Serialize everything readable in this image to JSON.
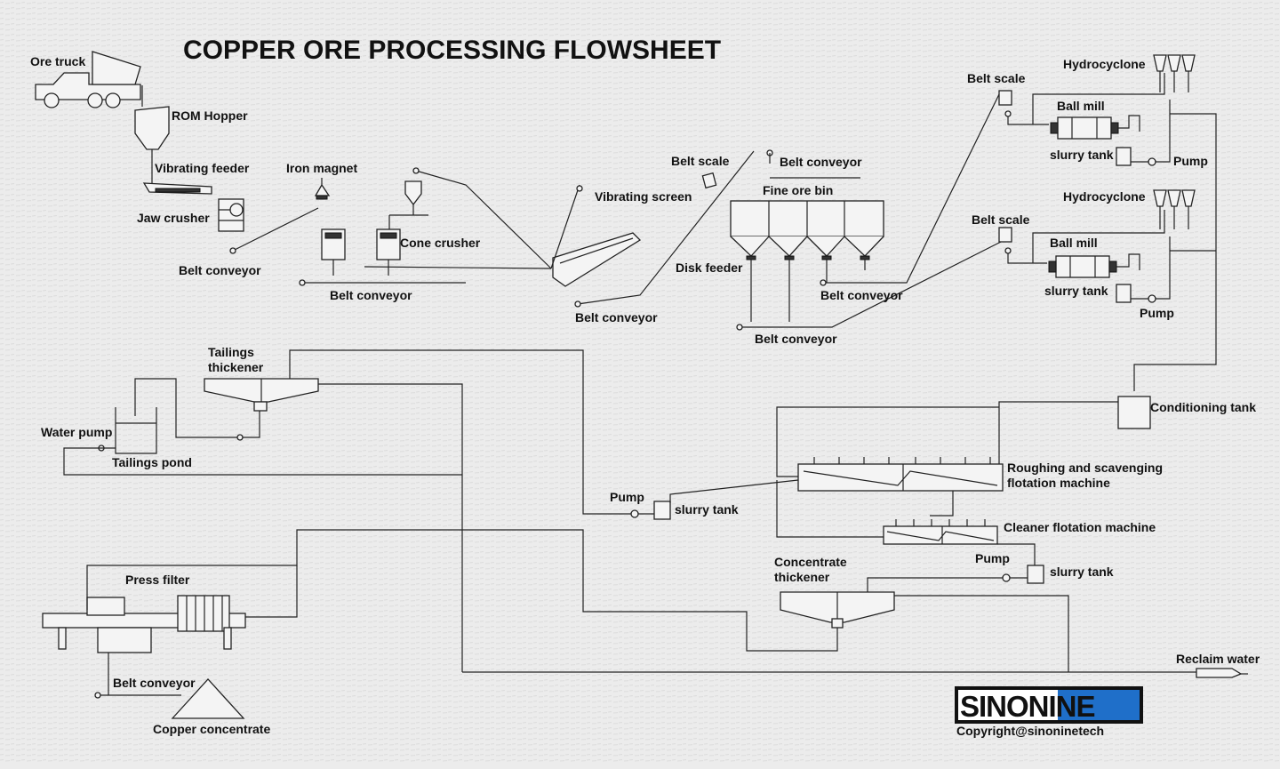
{
  "title": "COPPER ORE PROCESSING FLOWSHEET",
  "labels": {
    "ore_truck": "Ore truck",
    "rom_hopper": "ROM Hopper",
    "vibrating_feeder": "Vibrating feeder",
    "jaw_crusher": "Jaw crusher",
    "iron_magnet": "Iron magnet",
    "belt_conveyor_1": "Belt conveyor",
    "cone_crusher": "Cone crusher",
    "belt_conveyor_2": "Belt conveyor",
    "vibrating_screen": "Vibrating screen",
    "belt_conveyor_3": "Belt conveyor",
    "belt_scale_1": "Belt scale",
    "belt_conveyor_4": "Belt conveyor",
    "fine_ore_bin": "Fine ore bin",
    "disk_feeder": "Disk feeder",
    "belt_conveyor_5": "Belt conveyor",
    "belt_conveyor_6": "Belt conveyor",
    "belt_scale_2": "Belt scale",
    "hydrocyclone_1": "Hydrocyclone",
    "ball_mill_1": "Ball mill",
    "slurry_tank_1": "slurry tank",
    "pump_1": "Pump",
    "belt_scale_3": "Belt scale",
    "hydrocyclone_2": "Hydrocyclone",
    "ball_mill_2": "Ball mill",
    "slurry_tank_2": "slurry tank",
    "pump_2": "Pump",
    "tailings_thickener": [
      "Tailings",
      "thickener"
    ],
    "water_pump": "Water pump",
    "tailings_pond": "Tailings pond",
    "conditioning_tank": "Conditioning tank",
    "roughing_flotation": [
      "Roughing and scavenging",
      "flotation machine"
    ],
    "pump_3": "Pump",
    "slurry_tank_3": "slurry tank",
    "cleaner_flotation": "Cleaner flotation machine",
    "pump_4": "Pump",
    "slurry_tank_4": "slurry tank",
    "concentrate_thickener": [
      "Concentrate",
      "thickener"
    ],
    "press_filter": "Press filter",
    "belt_conveyor_7": "Belt conveyor",
    "copper_concentrate": "Copper concentrate",
    "reclaim_water": "Reclaim water"
  },
  "brand": {
    "logo_text": "SINONINE",
    "copyright": "Copyright@sinoninetech",
    "colors": {
      "logo_bg": "#111111",
      "logo_blue": "#1f6fc9",
      "logo_white": "#ffffff"
    }
  }
}
